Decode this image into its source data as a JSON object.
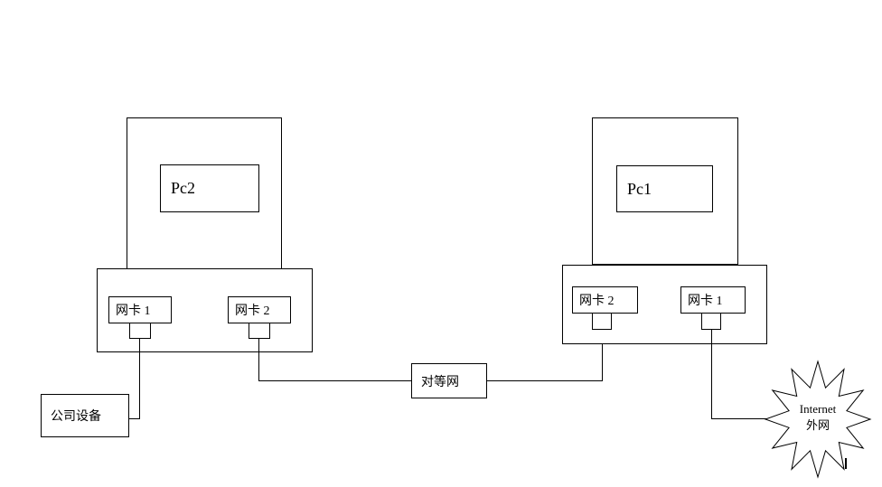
{
  "colors": {
    "line": "#000000",
    "background": "#ffffff",
    "text": "#000000"
  },
  "pc2": {
    "label": "Pc2",
    "nic1": "网卡 1",
    "nic2": "网卡 2"
  },
  "pc1": {
    "label": "Pc1",
    "nic2": "网卡 2",
    "nic1": "网卡 1"
  },
  "peer_network_label": "对等网",
  "company_device_label": "公司设备",
  "internet_label_line1": "Internet",
  "internet_label_line2": "外网"
}
